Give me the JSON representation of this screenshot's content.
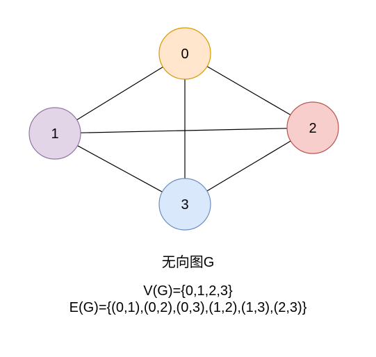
{
  "diagram": {
    "title": "无向图G",
    "vertex_set": "V(G)={0,1,2,3}",
    "edge_set": "E(G)={(0,1),(0,2),(0,3),(1,2),(1,3),(2,3)}",
    "nodes": [
      {
        "id": "0",
        "label": "0",
        "fill": "#ffe6cc",
        "stroke": "#d79b00"
      },
      {
        "id": "1",
        "label": "1",
        "fill": "#e1d5e7",
        "stroke": "#9673a6"
      },
      {
        "id": "2",
        "label": "2",
        "fill": "#f8cecc",
        "stroke": "#b85450"
      },
      {
        "id": "3",
        "label": "3",
        "fill": "#dae8fc",
        "stroke": "#6c8ebf"
      }
    ],
    "edges": [
      {
        "from": "0",
        "to": "1"
      },
      {
        "from": "0",
        "to": "2"
      },
      {
        "from": "0",
        "to": "3"
      },
      {
        "from": "1",
        "to": "2"
      },
      {
        "from": "1",
        "to": "3"
      },
      {
        "from": "2",
        "to": "3"
      }
    ],
    "edge_color": "#000000"
  }
}
